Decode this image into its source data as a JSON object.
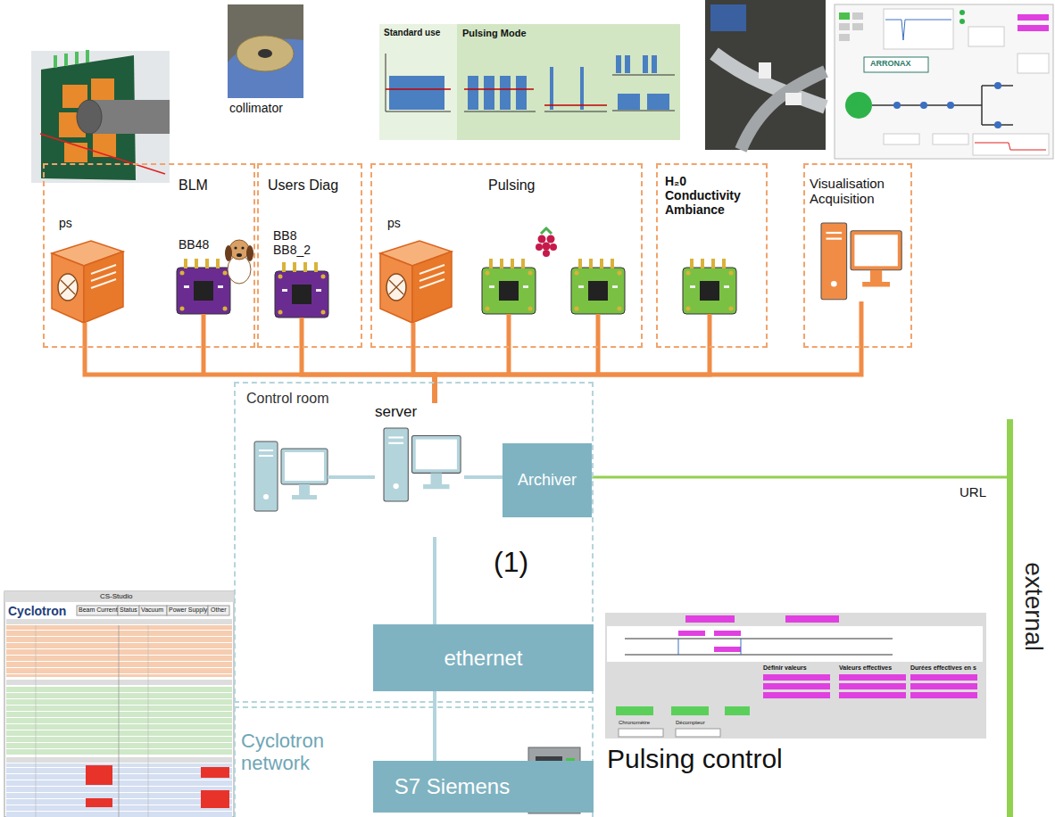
{
  "diagram": {
    "nodes": [
      {
        "text": [
          "BLM"
        ]
      },
      {
        "text": [
          "ps"
        ],
        "in": 0
      },
      {
        "text": [
          "BB48"
        ],
        "in": 0
      },
      {
        "text": [
          "Users Diag"
        ]
      },
      {
        "text": [
          "BB8 BB8_2"
        ],
        "in": 3
      },
      {
        "text": [
          "Pulsing"
        ]
      },
      {
        "text": [
          "ps"
        ],
        "in": 5
      },
      {
        "text": [
          "H₂0 Conductivity Ambiance"
        ]
      },
      {
        "text": [
          "Visualisation Acquisition"
        ]
      },
      {
        "text": [
          "Control room"
        ]
      },
      {
        "text": [
          "server"
        ],
        "in": 9
      },
      {
        "text": [
          "Archiver"
        ],
        "in": 9
      },
      {
        "text": [
          "ethernet"
        ],
        "in": 9
      },
      {
        "text": [
          "Cyclotron network"
        ]
      },
      {
        "text": [
          "S7 Siemens"
        ],
        "in": 13
      },
      {
        "text": [
          "external"
        ]
      }
    ],
    "edges": [
      {
        "from": 0,
        "to": 10,
        "arrow": "none"
      },
      {
        "from": 3,
        "to": 10,
        "arrow": "none"
      },
      {
        "from": 5,
        "to": 10,
        "arrow": "none"
      },
      {
        "from": 7,
        "to": 10,
        "arrow": "none"
      },
      {
        "from": 8,
        "to": 10,
        "arrow": "none"
      },
      {
        "from": 10,
        "to": 11,
        "arrow": "none"
      },
      {
        "from": 10,
        "to": 12,
        "arrow": "none"
      },
      {
        "from": 12,
        "to": 14,
        "arrow": "none"
      },
      {
        "from": 11,
        "to": 15,
        "label": "URL",
        "arrow": "none"
      }
    ],
    "labels": [
      "collimator",
      "Standard use",
      "Pulsing Mode",
      "ARRONAX",
      "(1)",
      "Pulsing control",
      "CS-Studio",
      "Cyclotron",
      "Beam Current",
      "Status",
      "Vacuum",
      "Power Supply",
      "Other",
      "Définir valeurs",
      "Valeurs effectives",
      "Durées effectives en s",
      "Chronomètre",
      "Décompteur"
    ]
  }
}
